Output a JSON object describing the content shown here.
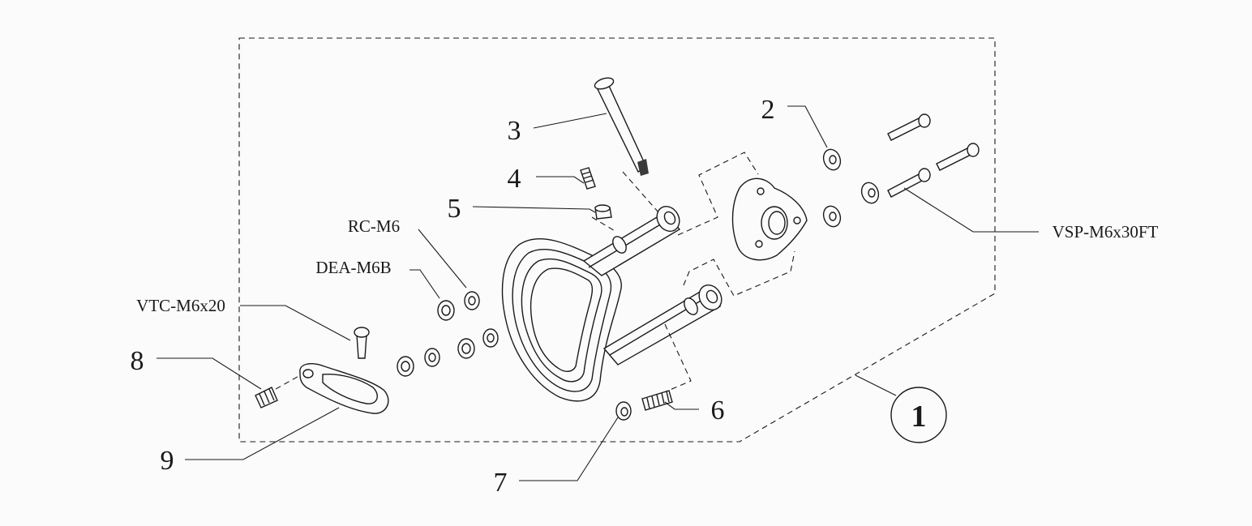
{
  "diagram": {
    "assembly_callout": "1",
    "part_labels": {
      "p2": "2",
      "p3": "3",
      "p4": "4",
      "p5": "5",
      "p6": "6",
      "p7": "7",
      "p8": "8",
      "p9": "9"
    },
    "hardware_labels": {
      "rc": "RC-M6",
      "dea": "DEA-M6B",
      "vtc": "VTC-M6x20",
      "vsp": "VSP-M6x30FT"
    }
  }
}
